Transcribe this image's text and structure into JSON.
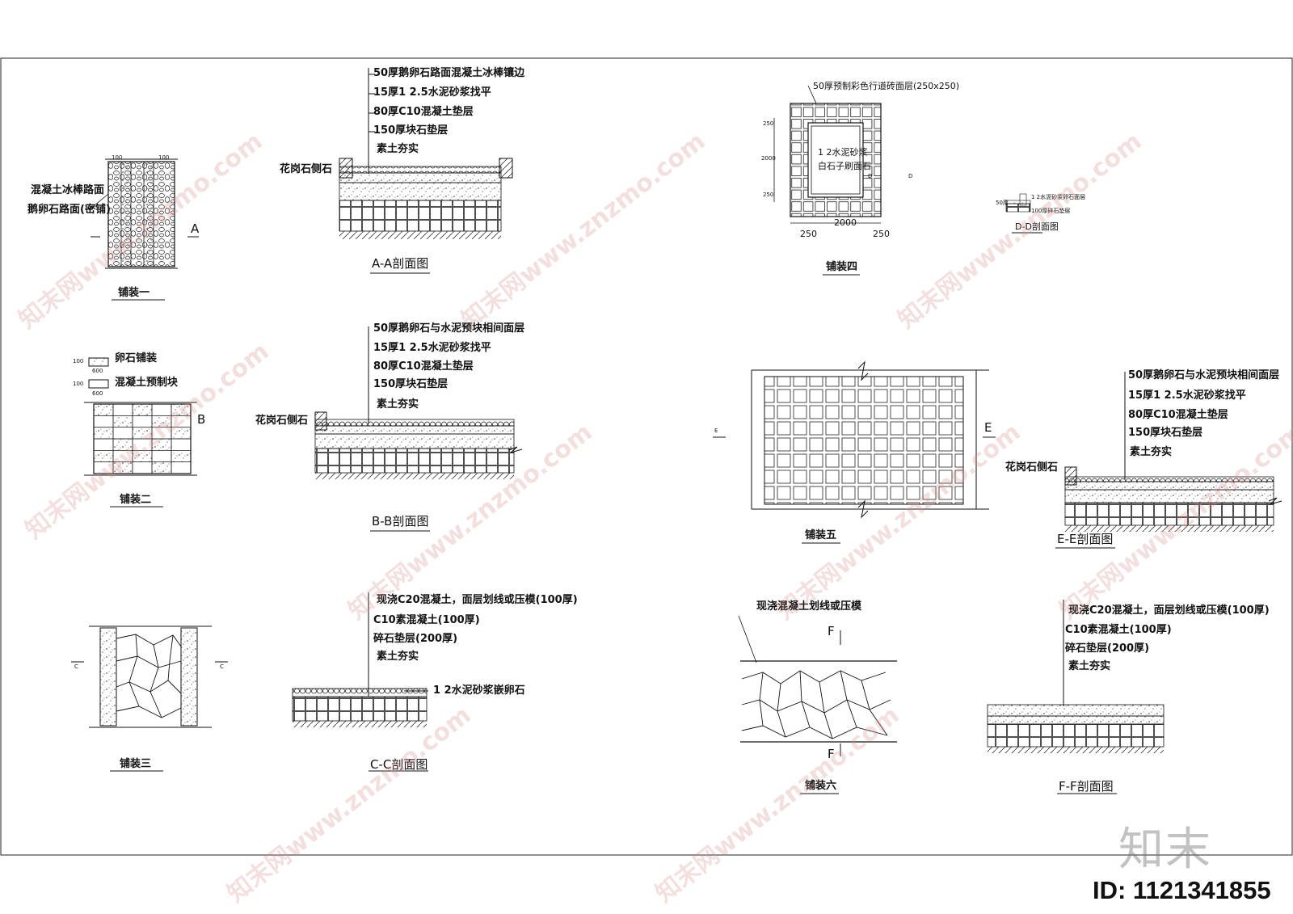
{
  "panels": {
    "p1": {
      "title": "铺装一",
      "label1": "混凝土冰棒路面",
      "label2": "鹅卵石路面(密铺)",
      "mark": "A",
      "dim_left": "100",
      "dim_right": "100"
    },
    "aa": {
      "title": "A-A剖面图",
      "layers": [
        "50厚鹅卵石路面混凝土冰棒镶边",
        "15厚1 2.5水泥砂浆找平",
        "80厚C10混凝土垫层",
        "150厚块石垫层",
        "素土夯实"
      ],
      "curb": "花岗石侧石"
    },
    "p2": {
      "title": "铺装二",
      "legend1": "卵石铺装",
      "legend2": "混凝土预制块",
      "mark": "B",
      "dim1": "100",
      "dim2": "600",
      "dim3": "100",
      "dim4": "600"
    },
    "bb": {
      "title": "B-B剖面图",
      "layers": [
        "50厚鹅卵石与水泥预块相间面层",
        "15厚1 2.5水泥砂浆找平",
        "80厚C10混凝土垫层",
        "150厚块石垫层",
        "素土夯实"
      ],
      "curb": "花岗石侧石"
    },
    "p3": {
      "title": "铺装三",
      "mark": "C"
    },
    "cc": {
      "title": "C-C剖面图",
      "layers": [
        "现浇C20混凝土，面层划线或压模(100厚)",
        "C10素混凝土(100厚)",
        "碎石垫层(200厚)",
        "素土夯实"
      ],
      "note": "1 2水泥砂浆嵌卵石"
    },
    "p4": {
      "title": "铺装四",
      "top_note": "50厚预制彩色行道砖面层(250x250)",
      "inner1": "1 2水泥砂浆",
      "inner2": "白石子刷面石",
      "mark": "D",
      "dim_250_top": "250",
      "dim_2000": "2000",
      "dim_250_bot": "250",
      "dim_left": "250",
      "dim_mid": "2000",
      "dim_right": "250"
    },
    "dd": {
      "title": "D-D剖面图",
      "n1": "1 2水泥砂浆卵石面层",
      "n2": "50厚",
      "n3": "100厚碎石垫层"
    },
    "p5": {
      "title": "铺装五",
      "mark": "E"
    },
    "ee": {
      "title": "E-E剖面图",
      "layers": [
        "50厚鹅卵石与水泥预块相间面层",
        "15厚1 2.5水泥砂浆找平",
        "80厚C10混凝土垫层",
        "150厚块石垫层",
        "素土夯实"
      ],
      "curb": "花岗石侧石"
    },
    "p6": {
      "title": "铺装六",
      "note": "现浇混凝土划线或压模",
      "mark": "F"
    },
    "ff": {
      "title": "F-F剖面图",
      "layers": [
        "现浇C20混凝土，面层划线或压模(100厚)",
        "C10素混凝土(100厚)",
        "碎石垫层(200厚)",
        "素土夯实"
      ]
    }
  },
  "watermark": "知末网www.znzmo.com",
  "logo": "知末",
  "image_id": "ID: 1121341855"
}
